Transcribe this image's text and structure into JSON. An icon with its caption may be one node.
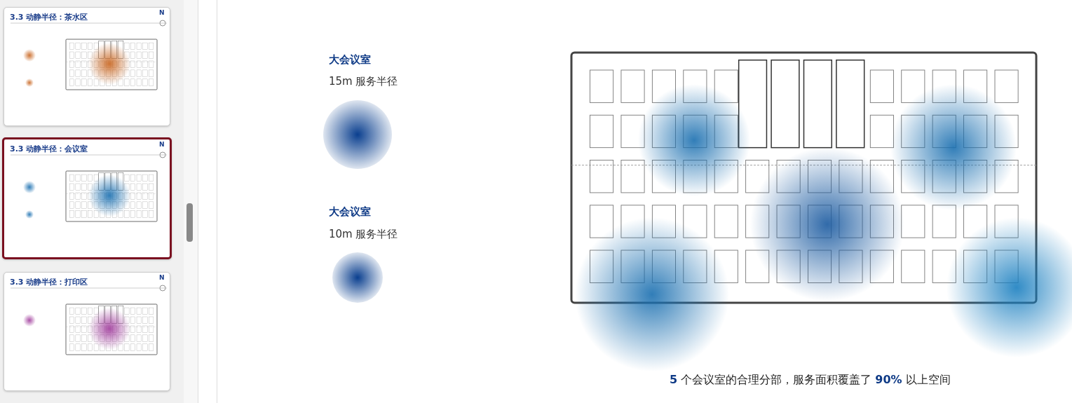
{
  "diagram": {
    "labels": [
      "3.3 动静半径：茶水区",
      "3.3 动静半径：会议室",
      "3.3 动静半径：打印区",
      "N",
      "N",
      "N",
      "大会议室",
      "15m 服务半径",
      "大会议室",
      "10m 服务半径",
      "**5** 个会议室的合理分部，服务面积覆盖了 **90%** 以上空间"
    ]
  }
}
